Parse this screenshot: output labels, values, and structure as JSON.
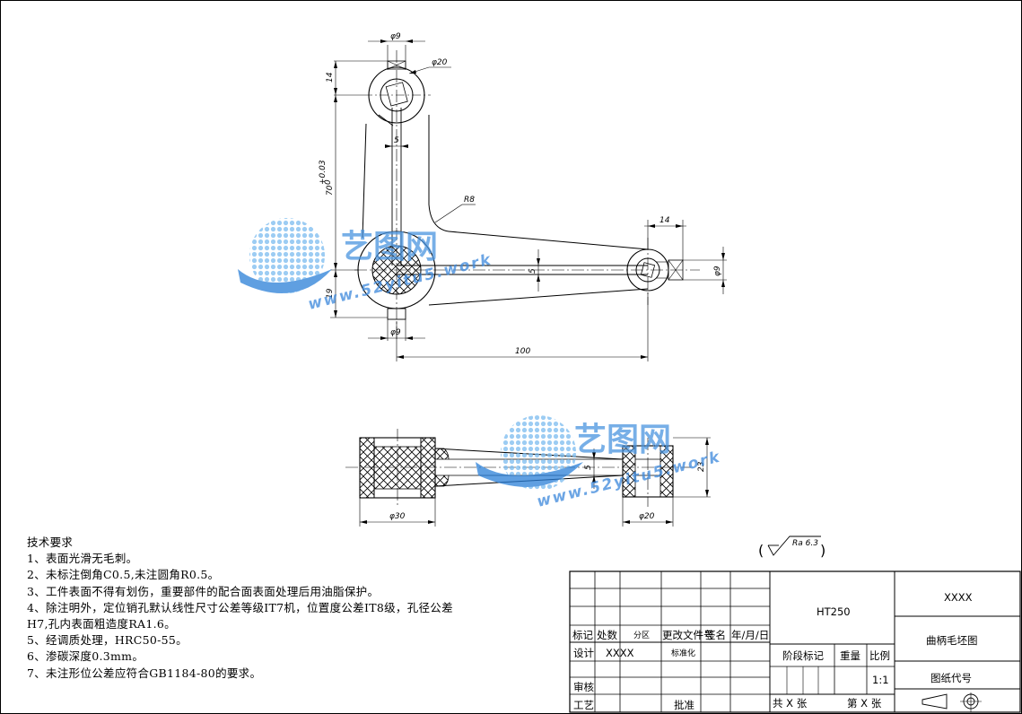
{
  "drawing": {
    "top_view_dims": {
      "phi9_top": "φ9",
      "phi20": "φ20",
      "d14_left": "14",
      "d5_top": "5",
      "d70": "70",
      "d70_tol_upper": "+0.03",
      "d70_tol_lower": "0",
      "r8": "R8",
      "d14_right": "14",
      "d5_mid": "5",
      "phi9_right": "φ9",
      "d19": "19",
      "phi9_bottom": "φ9",
      "d100": "100"
    },
    "front_view_dims": {
      "phi30": "φ30",
      "phi20": "φ20",
      "d23": "23",
      "d5": "5"
    },
    "roughness": "Ra 6.3"
  },
  "watermarks": [
    {
      "brand": "艺图网",
      "url": "www.52yitu5.work"
    },
    {
      "brand": "艺图网",
      "url": "www.52yitu5.work"
    }
  ],
  "notes": {
    "title": "技术要求",
    "items": [
      "1、表面光滑无毛刺。",
      "2、未标注倒角C0.5,未注圆角R0.5。",
      "3、工件表面不得有划伤，重要部件的配合面表面处理后用油脂保护。",
      "4、除注明外，定位销孔默认线性尺寸公差等级IT7机，位置度公差IT8级，孔径公差",
      "H7,孔内表面粗造度RA1.6。",
      "5、经调质处理，HRC50-55。",
      "6、渗碳深度0.3mm。",
      "7、未注形位公差应符合GB1184-80的要求。"
    ]
  },
  "title_block": {
    "labels": {
      "mark": "标记",
      "count": "处数",
      "zone": "分区",
      "change_doc": "更改文件号",
      "signature": "签名",
      "date": "年/月/日",
      "design": "设计",
      "standardize": "标准化",
      "review": "审核",
      "process": "工艺",
      "approve": "批准",
      "stage_mark": "阶段标记",
      "weight": "重量",
      "scale": "比例",
      "sheets_total": "共  X  张",
      "sheet_no": "第  X  张",
      "drawing_code": "图纸代号"
    },
    "designer": "XXXX",
    "material": "HT250",
    "scale_value": "1:1",
    "company": "XXXX",
    "part_name": "曲柄毛坯图"
  }
}
